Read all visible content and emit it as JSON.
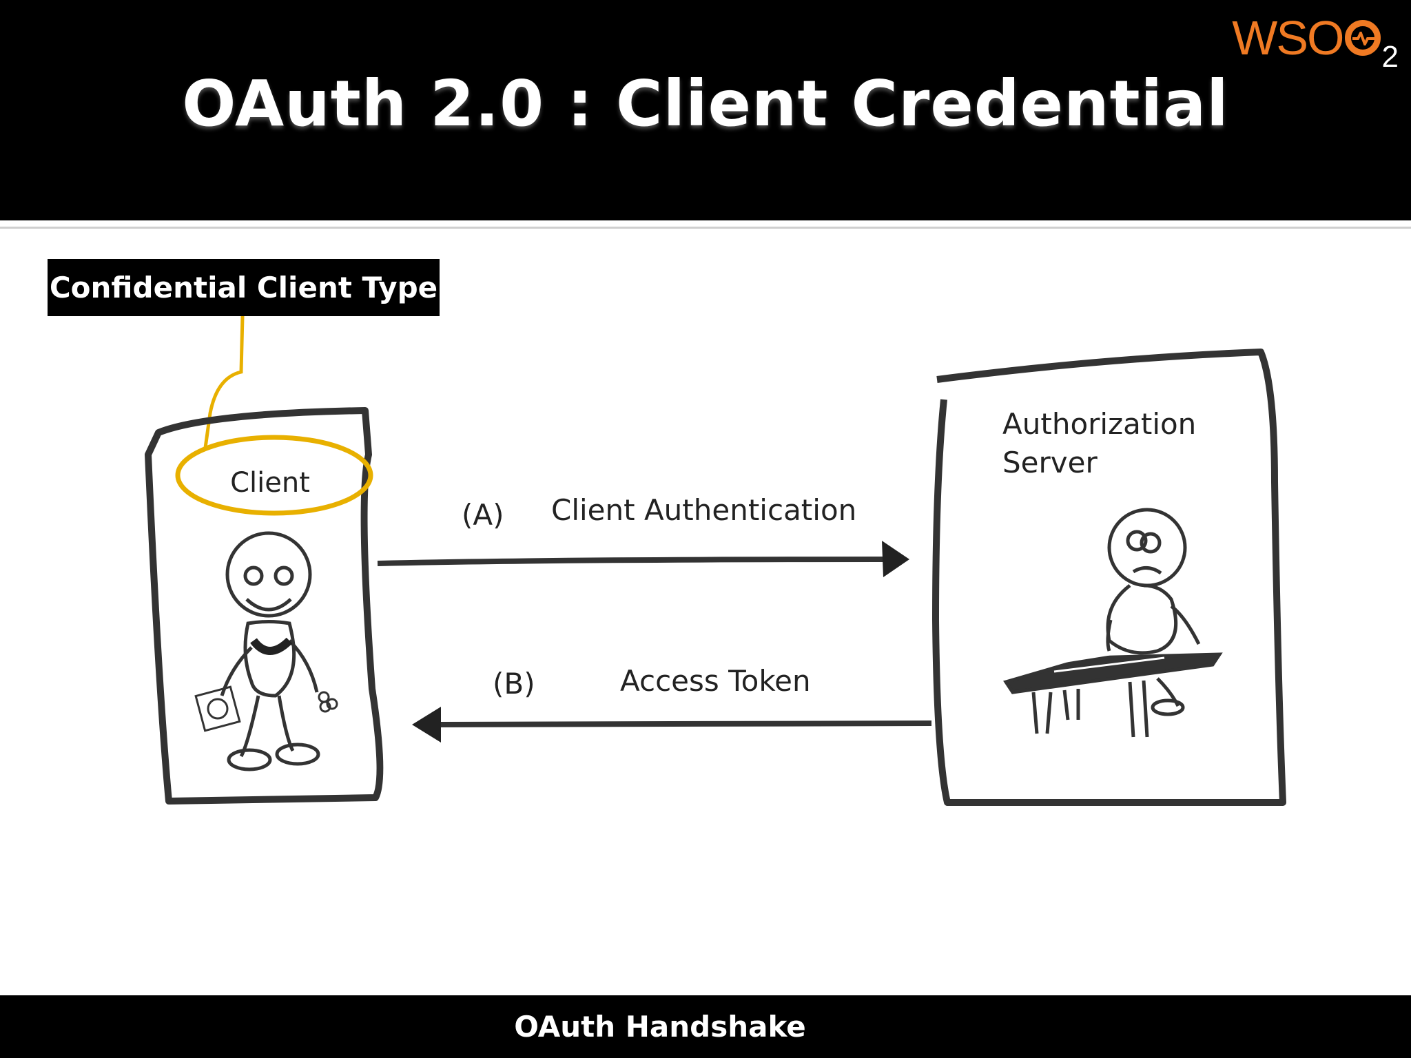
{
  "slide": {
    "title": "OAuth 2.0 : Client Credential",
    "footer": "OAuth Handshake",
    "logo": {
      "text": "WSO",
      "subscript": "2",
      "color": "#f07a23"
    }
  },
  "callout": {
    "label": "Confidential Client Type",
    "highlight_color": "#e8b000"
  },
  "diagram": {
    "client_label": "Client",
    "server_label_line1": "Authorization",
    "server_label_line2": "Server",
    "flows": [
      {
        "step": "(A)",
        "label": "Client Authentication",
        "direction": "client-to-server"
      },
      {
        "step": "(B)",
        "label": "Access Token",
        "direction": "server-to-client"
      }
    ]
  }
}
